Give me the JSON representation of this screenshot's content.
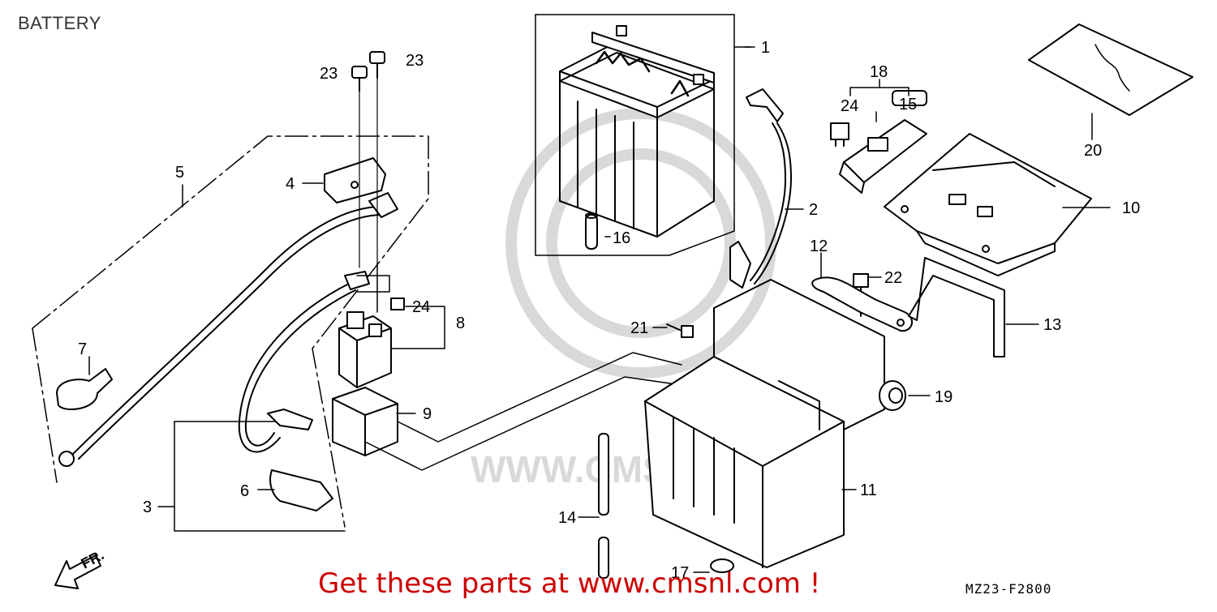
{
  "header": {
    "title": "BATTERY"
  },
  "footer": {
    "cta_text": "Get these parts at www.cmsnl.com !",
    "drawing_code": "MZ23-F2800"
  },
  "watermark": {
    "text": "WWW.CMSNL.COM"
  },
  "direction_marker": {
    "text": "FR."
  },
  "part_labels": [
    "1",
    "2",
    "3",
    "4",
    "5",
    "6",
    "7",
    "8",
    "9",
    "10",
    "11",
    "12",
    "13",
    "14",
    "15",
    "16",
    "17",
    "18",
    "19",
    "20",
    "21",
    "22",
    "23",
    "23",
    "24",
    "24"
  ],
  "colors": {
    "ink": "#000000",
    "cta": "#cc0000",
    "watermark": "#d9d9d9",
    "title": "#333333"
  }
}
